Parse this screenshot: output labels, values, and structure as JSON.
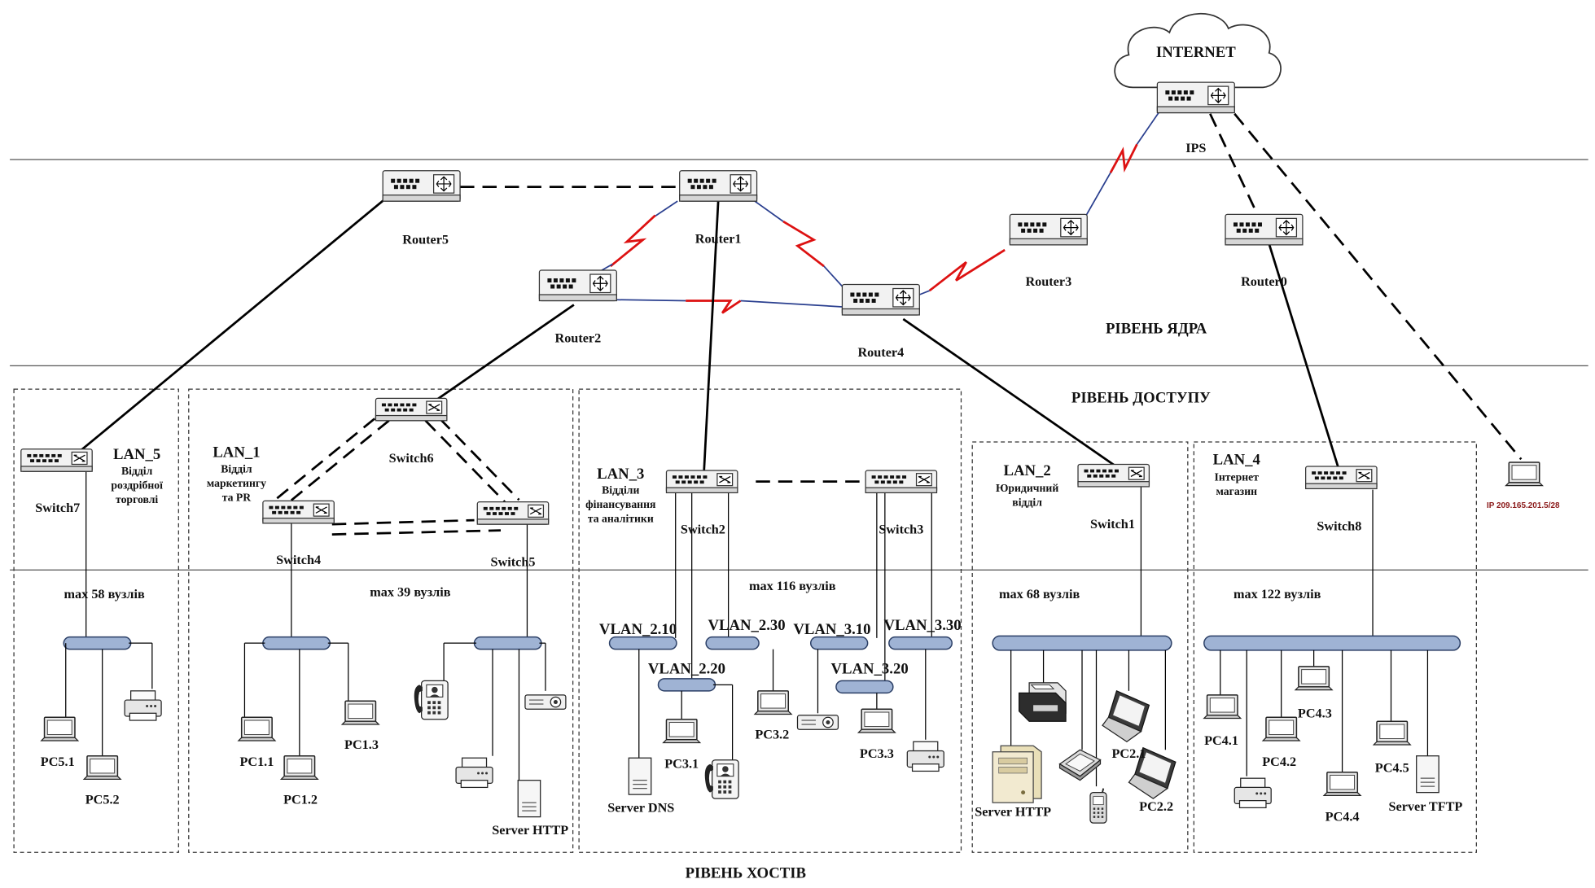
{
  "levels": {
    "core": "РІВЕНЬ ЯДРА",
    "access": "РІВЕНЬ ДОСТУПУ",
    "hosts": "РІВЕНЬ ХОСТІВ"
  },
  "internet": "INTERNET",
  "ips_label": "IPS",
  "routers": [
    "Router5",
    "Router1",
    "Router2",
    "Router4",
    "Router3",
    "Router0"
  ],
  "switches": [
    "Switch7",
    "Switch6",
    "Switch4",
    "Switch5",
    "Switch2",
    "Switch3",
    "Switch1",
    "Switch8"
  ],
  "lans": {
    "lan5": {
      "name": "LAN_5",
      "dept": [
        "Відділ",
        "роздрібної",
        "торговлі"
      ],
      "max": "max 58 вузлів"
    },
    "lan1": {
      "name": "LAN_1",
      "dept": [
        "Відділ",
        "маркетингу",
        "та PR"
      ],
      "max": "max 39 вузлів"
    },
    "lan3": {
      "name": "LAN_3",
      "dept": [
        "Відділи",
        "фінансування",
        "та аналітики"
      ],
      "max": "max 116 вузлів"
    },
    "lan2": {
      "name": "LAN_2",
      "dept": [
        "Юридичний",
        "відділ"
      ],
      "max": "max 68 вузлів"
    },
    "lan4": {
      "name": "LAN_4",
      "dept": [
        "Інтернет",
        "магазин"
      ],
      "max": "max 122 вузлів"
    }
  },
  "vlans": [
    "VLAN_2.10",
    "VLAN_2.20",
    "VLAN_2.30",
    "VLAN_3.10",
    "VLAN_3.20",
    "VLAN_3.30"
  ],
  "hosts": {
    "pc5_1": "PC5.1",
    "pc5_2": "PC5.2",
    "pc1_1": "PC1.1",
    "pc1_2": "PC1.2",
    "pc1_3": "PC1.3",
    "server_http_1": "Server HTTP",
    "server_dns": "Server DNS",
    "pc3_1": "PC3.1",
    "pc3_2": "PC3.2",
    "pc3_3": "PC3.3",
    "server_http_2": "Server HTTP",
    "pc2_1": "PC2.1",
    "pc2_2": "PC2.2",
    "pc4_1": "PC4.1",
    "pc4_2": "PC4.2",
    "pc4_3": "PC4.3",
    "pc4_4": "PC4.4",
    "pc4_5": "PC4.5",
    "server_tftp": "Server TFTP"
  },
  "ip_label": "IP 209.165.201.5/28",
  "icons": [
    "router-icon",
    "switch-icon",
    "laptop-icon",
    "printer-icon",
    "server-icon",
    "ip-phone-icon",
    "projector-icon",
    "scanner-icon",
    "mobile-phone-icon",
    "cloud-icon"
  ],
  "colors": {
    "serial_link": "#dd1111",
    "bus": "#9fb3d4",
    "ip_text": "#8b1a1a"
  }
}
